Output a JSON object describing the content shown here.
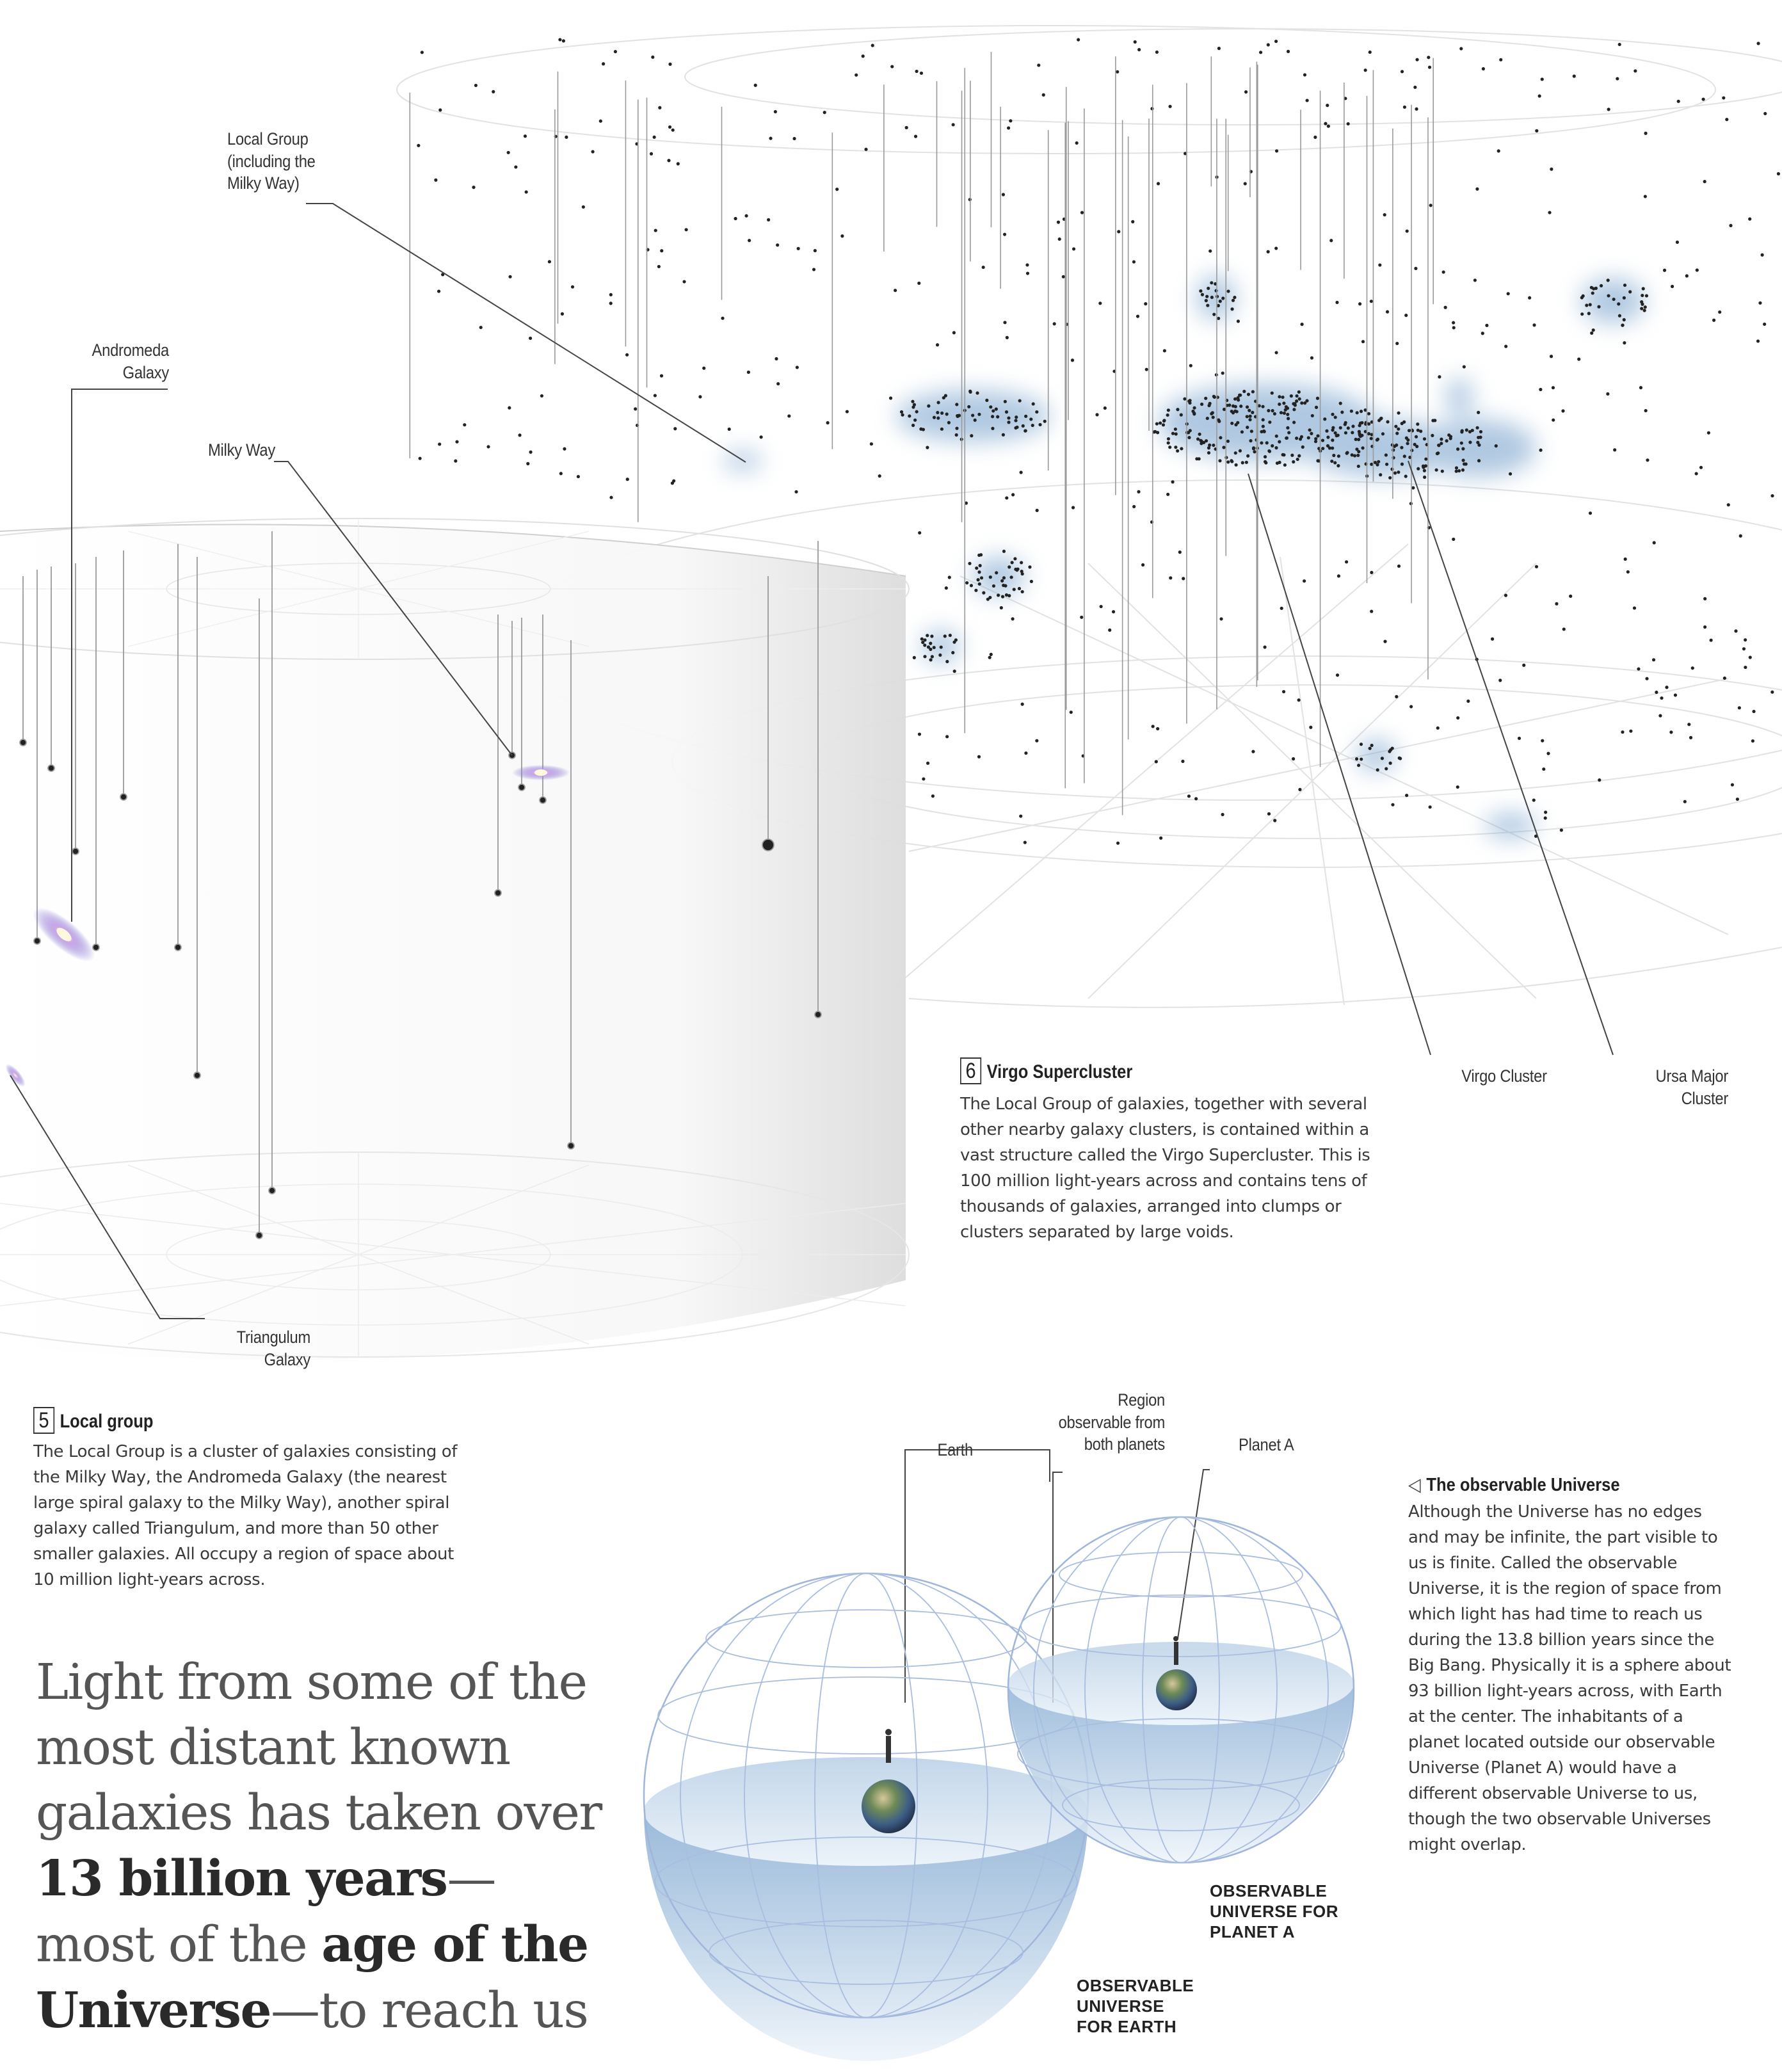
{
  "labels": {
    "local_group": [
      "Local Group",
      "(including the",
      "Milky Way)"
    ],
    "andromeda": [
      "Andromeda",
      "Galaxy"
    ],
    "milky_way": "Milky Way",
    "triangulum": [
      "Triangulum",
      "Galaxy"
    ],
    "virgo_cluster": "Virgo Cluster",
    "ursa_major": [
      "Ursa Major",
      "Cluster"
    ],
    "region_both": [
      "Region",
      "observable from",
      "both planets"
    ],
    "earth": "Earth",
    "planet_a": "Planet A"
  },
  "virgo_caption": {
    "number": "6",
    "title": "Virgo Supercluster",
    "body": "The Local Group of galaxies, together with several other nearby galaxy clusters, is contained within a vast structure called the Virgo Supercluster. This is 100 million light-years across and contains tens of thousands of galaxies, arranged into clumps or clusters separated by large voids."
  },
  "local_caption": {
    "number": "5",
    "title": "Local group",
    "body": "The Local Group is a cluster of galaxies consisting of the Milky Way, the Andromeda Galaxy (the nearest large spiral galaxy to the Milky Way), another spiral galaxy called Triangulum, and more than 50 other smaller galaxies. All occupy a region of space about 10 million light-years across."
  },
  "observable_caption": {
    "symbol": "◁",
    "title": "The observable Universe",
    "body": "Although the Universe has no edges and may be infinite, the part visible to us is finite. Called the observable Universe, it is the region of space from which light has had time to reach us during the 13.8 billion years since the Big Bang. Physically it is a sphere about 93 billion light-years across, with Earth at the center. The inhabitants of a planet located outside our observable Universe (Planet A) would have a different observable Universe to us, though the two observable Universes might overlap."
  },
  "sphere_labels": {
    "planet_a": [
      "OBSERVABLE",
      "UNIVERSE FOR",
      "PLANET A"
    ],
    "earth": [
      "OBSERVABLE",
      "UNIVERSE",
      "FOR EARTH"
    ]
  },
  "quote": {
    "line1": "Light from some of the",
    "line2": "most distant known",
    "line3": "galaxies has taken over",
    "bold1": "13 billion years",
    "dash1": "—",
    "line5a": "most of the ",
    "bold2": "age of the",
    "bold3": "Universe",
    "line6b": "—to reach us"
  },
  "colors": {
    "cluster_blue": "#6f9cc9",
    "sphere_blue": "#9fc0df",
    "grid_line": "#d9d9d9",
    "leader_line": "#444444"
  }
}
